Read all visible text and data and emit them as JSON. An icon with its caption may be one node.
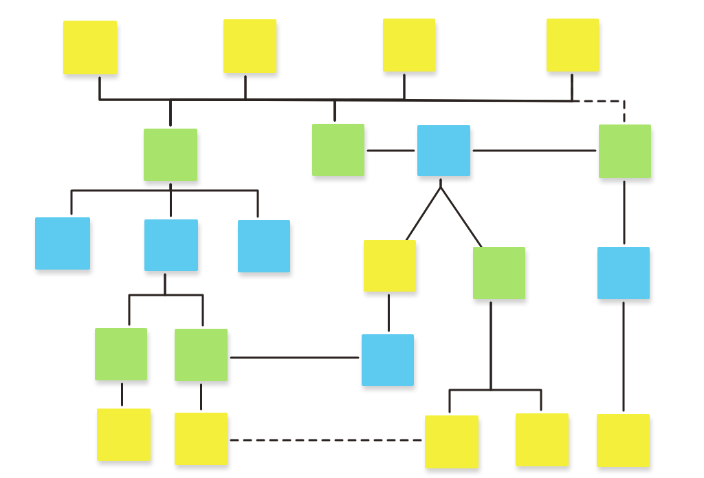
{
  "diagram": {
    "nodes": [
      {
        "text": [],
        "shape": "box"
      },
      {
        "text": [],
        "shape": "box"
      },
      {
        "text": [],
        "shape": "box"
      },
      {
        "text": [],
        "shape": "box"
      },
      {
        "text": [],
        "shape": "box"
      },
      {
        "text": [],
        "shape": "box"
      },
      {
        "text": [],
        "shape": "box"
      },
      {
        "text": [],
        "shape": "box"
      },
      {
        "text": [],
        "shape": "box"
      },
      {
        "text": [],
        "shape": "box"
      },
      {
        "text": [],
        "shape": "box"
      },
      {
        "text": [],
        "shape": "box"
      },
      {
        "text": [],
        "shape": "box"
      },
      {
        "text": [],
        "shape": "box"
      },
      {
        "text": [],
        "shape": "box"
      },
      {
        "text": [],
        "shape": "box"
      },
      {
        "text": [],
        "shape": "box"
      },
      {
        "text": [],
        "shape": "box"
      },
      {
        "text": [],
        "shape": "box"
      },
      {
        "text": [],
        "shape": "box"
      },
      {
        "text": [],
        "shape": "box"
      },
      {
        "text": [],
        "shape": "box"
      }
    ],
    "edges": [
      {
        "from": 0,
        "to": 4,
        "arrow": "none"
      },
      {
        "from": 0,
        "to": 5,
        "arrow": "none"
      },
      {
        "from": 1,
        "to": 4,
        "arrow": "none"
      },
      {
        "from": 1,
        "to": 5,
        "arrow": "none"
      },
      {
        "from": 2,
        "to": 4,
        "arrow": "none"
      },
      {
        "from": 2,
        "to": 5,
        "arrow": "none"
      },
      {
        "from": 3,
        "to": 4,
        "arrow": "none"
      },
      {
        "from": 3,
        "to": 5,
        "arrow": "none"
      },
      {
        "from": 3,
        "to": 7,
        "arrow": "none",
        "style": "dashed"
      },
      {
        "from": 5,
        "to": 6,
        "arrow": "none"
      },
      {
        "from": 6,
        "to": 7,
        "arrow": "none"
      },
      {
        "from": 4,
        "to": 8,
        "arrow": "none"
      },
      {
        "from": 4,
        "to": 9,
        "arrow": "none"
      },
      {
        "from": 4,
        "to": 10,
        "arrow": "none"
      },
      {
        "from": 6,
        "to": 11,
        "arrow": "none"
      },
      {
        "from": 6,
        "to": 12,
        "arrow": "none"
      },
      {
        "from": 7,
        "to": 13,
        "arrow": "none"
      },
      {
        "from": 9,
        "to": 14,
        "arrow": "none"
      },
      {
        "from": 9,
        "to": 15,
        "arrow": "none"
      },
      {
        "from": 11,
        "to": 16,
        "arrow": "none"
      },
      {
        "from": 15,
        "to": 16,
        "arrow": "none"
      },
      {
        "from": 14,
        "to": 17,
        "arrow": "none"
      },
      {
        "from": 15,
        "to": 18,
        "arrow": "none"
      },
      {
        "from": 18,
        "to": 19,
        "arrow": "none",
        "style": "dashed"
      },
      {
        "from": 12,
        "to": 19,
        "arrow": "none"
      },
      {
        "from": 12,
        "to": 20,
        "arrow": "none"
      },
      {
        "from": 13,
        "to": 21,
        "arrow": "none"
      }
    ]
  }
}
